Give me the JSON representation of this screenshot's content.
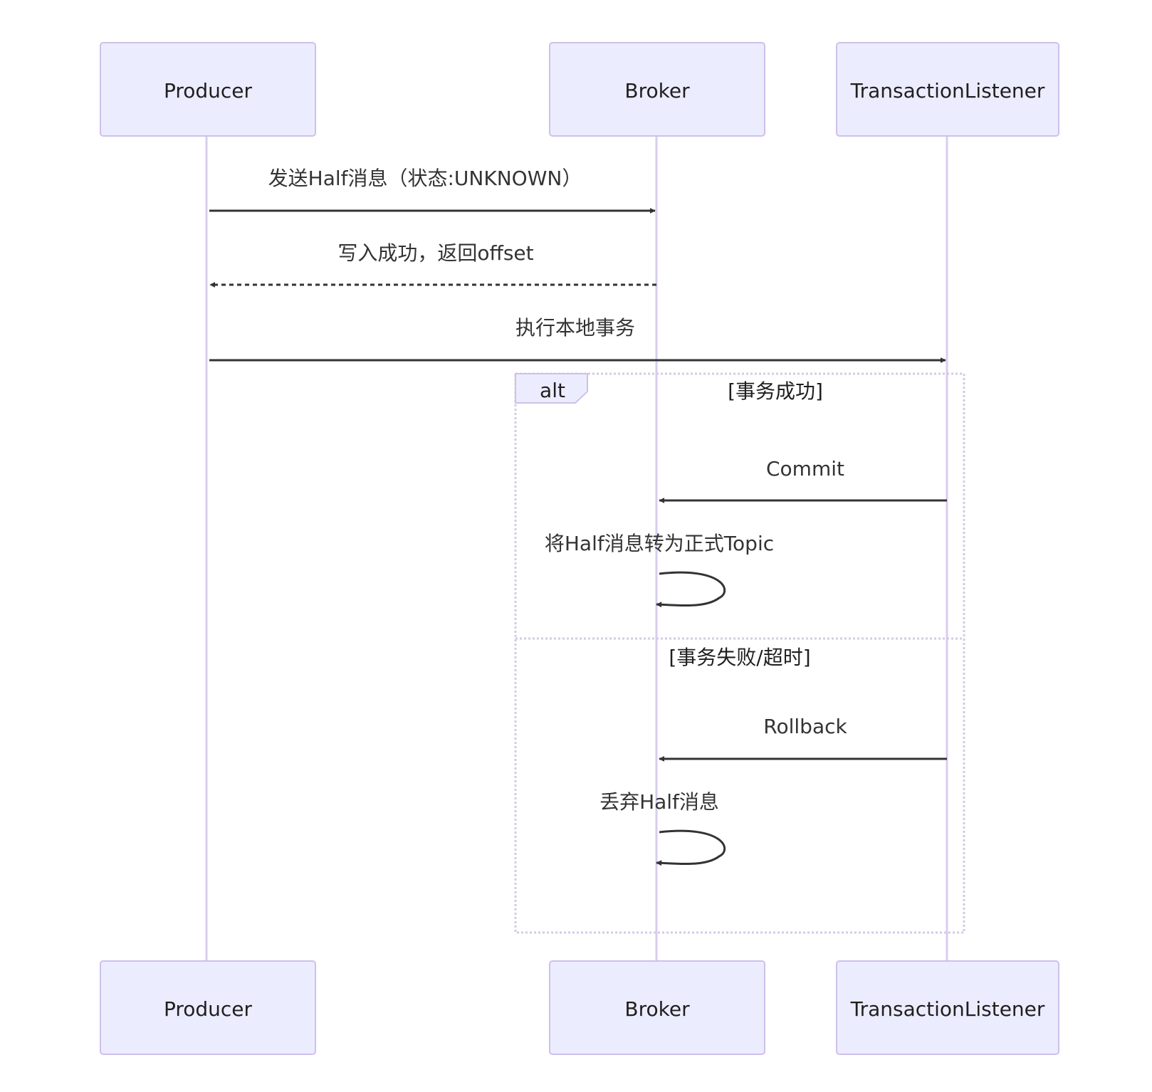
{
  "participants": [
    {
      "id": "producer",
      "label": "Producer"
    },
    {
      "id": "broker",
      "label": "Broker"
    },
    {
      "id": "listener",
      "label": "TransactionListener"
    }
  ],
  "messages": [
    {
      "id": "m1",
      "from": "producer",
      "to": "broker",
      "label": "发送Half消息（状态:UNKNOWN）",
      "style": "solid"
    },
    {
      "id": "m2",
      "from": "broker",
      "to": "producer",
      "label": "写入成功，返回offset",
      "style": "dashed"
    },
    {
      "id": "m3",
      "from": "producer",
      "to": "listener",
      "label": "执行本地事务",
      "style": "solid"
    },
    {
      "id": "m4",
      "from": "listener",
      "to": "broker",
      "label": "Commit",
      "style": "solid"
    },
    {
      "id": "m5",
      "from": "broker",
      "to": "broker",
      "label": "将Half消息转为正式Topic",
      "style": "self"
    },
    {
      "id": "m6",
      "from": "listener",
      "to": "broker",
      "label": "Rollback",
      "style": "solid"
    },
    {
      "id": "m7",
      "from": "broker",
      "to": "broker",
      "label": "丢弃Half消息",
      "style": "self"
    }
  ],
  "alt_frame": {
    "label": "alt",
    "conditions": [
      "[事务成功]",
      "[事务失败/超时]"
    ]
  },
  "colors": {
    "actor_fill": "#ececff",
    "actor_stroke": "#cfc0ea",
    "lifeline": "#d8cdf0",
    "message": "#333333"
  }
}
